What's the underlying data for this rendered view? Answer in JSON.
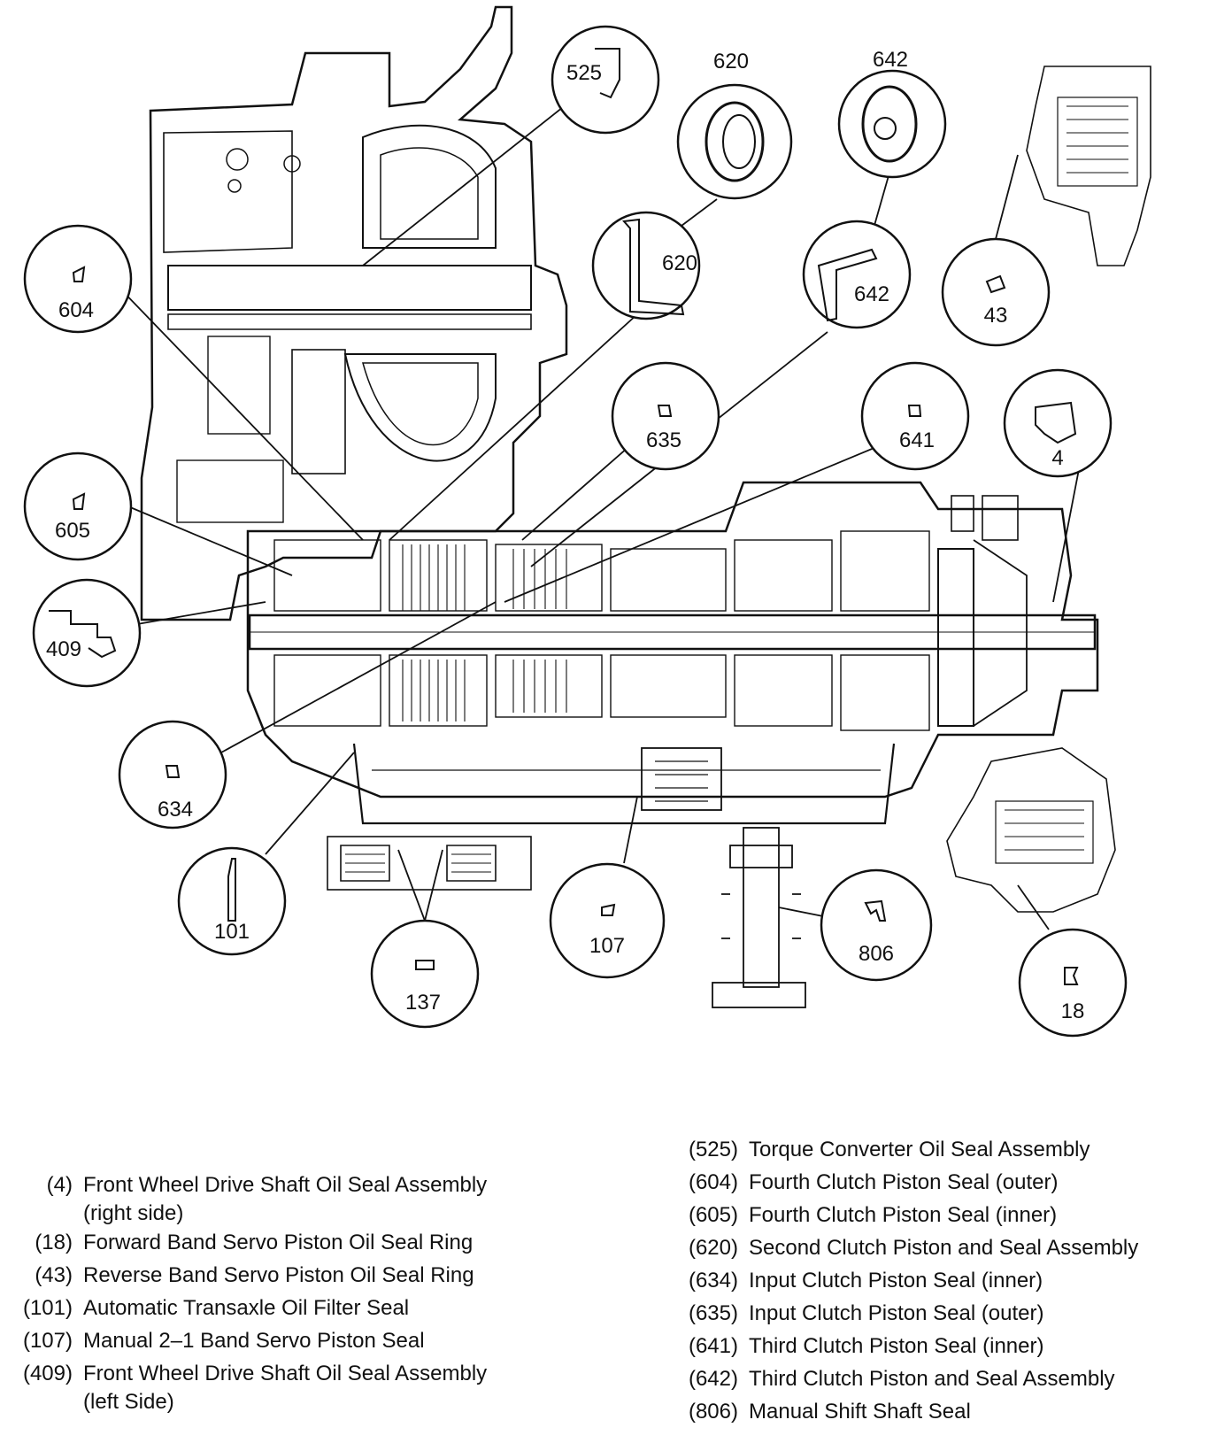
{
  "callouts": {
    "c525": "525",
    "c620top": "620",
    "c642top": "642",
    "c620": "620",
    "c642": "642",
    "c43": "43",
    "c604": "604",
    "c635": "635",
    "c641": "641",
    "c4": "4",
    "c605": "605",
    "c409": "409",
    "c634": "634",
    "c101": "101",
    "c107": "107",
    "c806": "806",
    "c18": "18",
    "c137": "137"
  },
  "legend_left": [
    {
      "code": "(4)",
      "desc": "Front Wheel Drive Shaft Oil Seal Assembly",
      "sub": "(right side)"
    },
    {
      "code": "(18)",
      "desc": "Forward Band Servo Piston Oil Seal Ring"
    },
    {
      "code": "(43)",
      "desc": "Reverse Band Servo Piston Oil Seal Ring"
    },
    {
      "code": "(101)",
      "desc": "Automatic Transaxle Oil Filter Seal"
    },
    {
      "code": "(107)",
      "desc": "Manual 2–1 Band Servo Piston Seal"
    },
    {
      "code": "(409)",
      "desc": "Front Wheel Drive Shaft Oil Seal Assembly",
      "sub": "(left Side)"
    }
  ],
  "legend_right": [
    {
      "code": "(525)",
      "desc": "Torque Converter Oil Seal Assembly"
    },
    {
      "code": "(604)",
      "desc": "Fourth Clutch Piston Seal (outer)"
    },
    {
      "code": "(605)",
      "desc": "Fourth Clutch Piston Seal (inner)"
    },
    {
      "code": "(620)",
      "desc": "Second Clutch Piston and Seal Assembly"
    },
    {
      "code": "(634)",
      "desc": "Input Clutch Piston Seal (inner)"
    },
    {
      "code": "(635)",
      "desc": "Input Clutch Piston Seal (outer)"
    },
    {
      "code": "(641)",
      "desc": "Third Clutch Piston Seal (inner)"
    },
    {
      "code": "(642)",
      "desc": "Third Clutch Piston and Seal Assembly"
    },
    {
      "code": "(806)",
      "desc": "Manual Shift Shaft Seal"
    }
  ]
}
